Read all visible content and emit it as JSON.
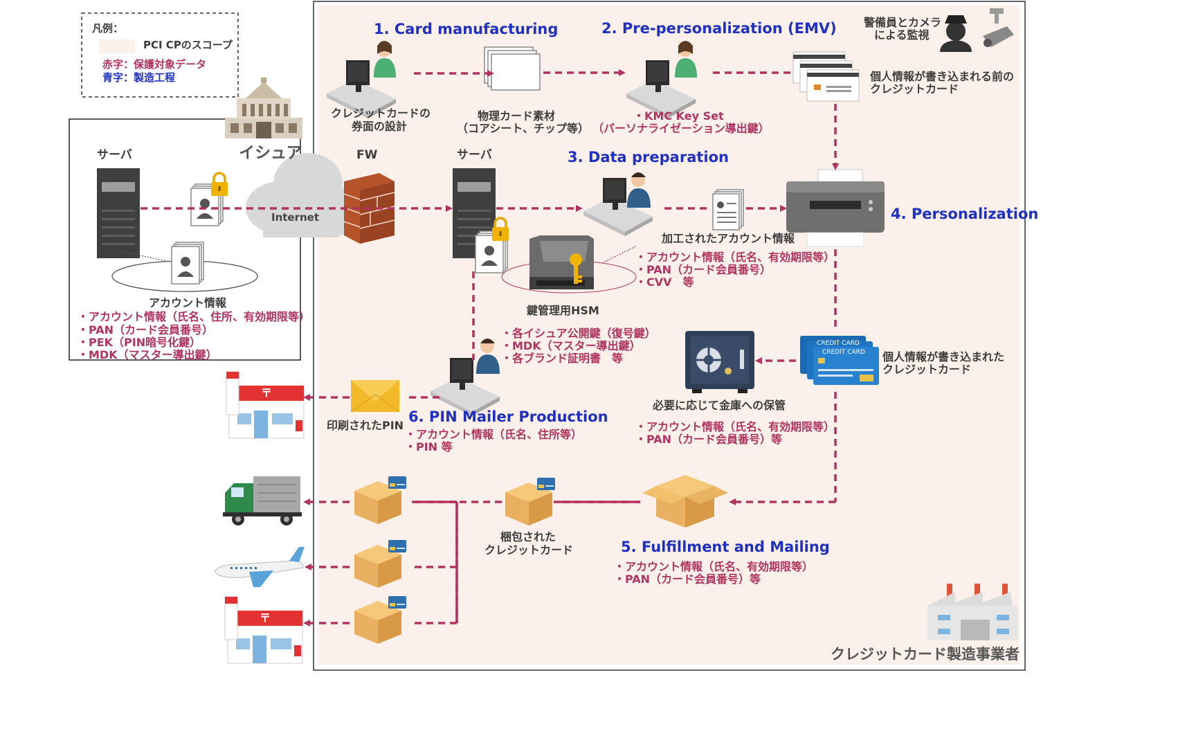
{
  "legend": {
    "title": "凡例：",
    "scope": "PCI CPのスコープ",
    "red_text": "赤字：保護対象データ",
    "blue_text": "青字：製造工程"
  },
  "issuer": {
    "name": "イシュア",
    "server": "サーバ",
    "account_title": "アカウント情報",
    "account_items": [
      "・アカウント情報（氏名、住所、有効期限等）",
      "・PAN（カード会員番号）",
      "・PEK（PIN暗号化鍵）",
      "・MDK（マスター導出鍵）"
    ]
  },
  "network": {
    "internet": "Internet",
    "fw": "FW"
  },
  "manufacturer": {
    "name": "クレジットカード製造事業者",
    "server": "サーバ",
    "guard": [
      "警備員とカメラ",
      "による監視"
    ]
  },
  "steps": {
    "s1": "1. Card manufacturing",
    "s2": "2. Pre-personalization (EMV)",
    "s3": "3. Data preparation",
    "s4": "4. Personalization",
    "s5": "5. Fulfillment and Mailing",
    "s6": "6. PIN Mailer Production"
  },
  "labels": {
    "card_design": [
      "クレジットカードの",
      "券面の設計"
    ],
    "physical_material": [
      "物理カード素材",
      "（コアシート、チップ等）"
    ],
    "kmc": [
      "・KMC Key Set",
      "（パーソナライゼーション導出鍵）"
    ],
    "blank_card": [
      "個人情報が書き込まれる前の",
      "クレジットカード"
    ],
    "processed_account": "加工されたアカウント情報",
    "dp_items": [
      "・アカウント情報（氏名、有効期限等）",
      "・PAN（カード会員番号）",
      "・CVV　等"
    ],
    "hsm": "鍵管理用HSM",
    "hsm_items": [
      "・各イシュア公開鍵（復号鍵）",
      "・MDK（マスター導出鍵）",
      "・各ブランド証明書　等"
    ],
    "personalized_card": [
      "個人情報が書き込まれた",
      "クレジットカード"
    ],
    "safe": "必要に応じて金庫への保管",
    "safe_items": [
      "・アカウント情報（氏名、有効期限等）",
      "・PAN（カード会員番号）等"
    ],
    "printed_pin": "印刷されたPIN",
    "pin_items": [
      "・アカウント情報（氏名、住所等）",
      "・PIN 等"
    ],
    "packed_card": [
      "梱包された",
      "クレジットカード"
    ],
    "fulfill_items": [
      "・アカウント情報（氏名、有効期限等）",
      "・PAN（カード会員番号）等"
    ],
    "credit_card_text": "CREDIT CARD"
  },
  "colors": {
    "scope_fill": "#fbf1ea",
    "arrow": "#b0345f",
    "blue_text": "#1f30c2",
    "red_text": "#b0345f"
  }
}
